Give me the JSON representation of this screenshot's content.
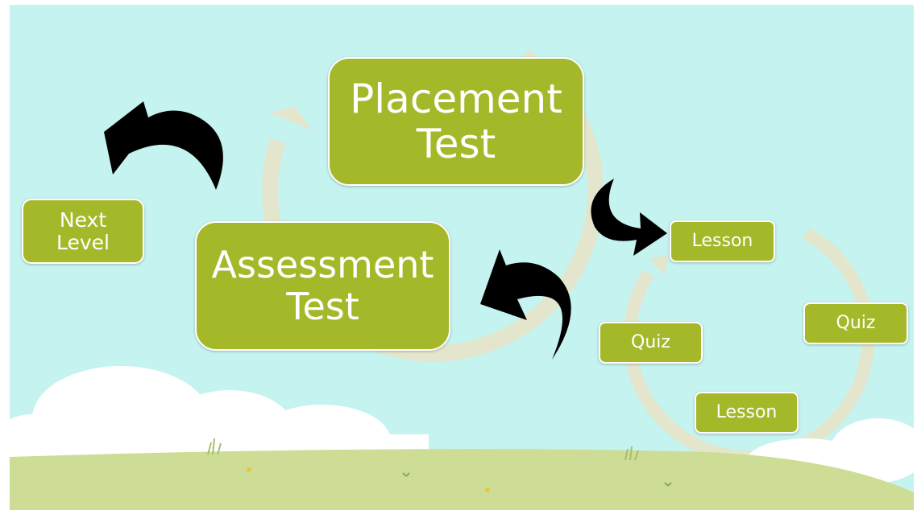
{
  "colors": {
    "sky": "#c5f3ef",
    "grass": "#cddd95",
    "box_fill": "#a5b82a",
    "box_text": "#ffffff",
    "cycle_arrow": "#e3e6cd",
    "curved_arrow": "#000000"
  },
  "boxes": {
    "placement_test": "Placement\nTest",
    "assessment_test": "Assessment\nTest",
    "next_level": "Next\nLevel",
    "lesson_top": "Lesson",
    "lesson_bottom": "Lesson",
    "quiz_left": "Quiz",
    "quiz_right": "Quiz"
  },
  "icons": {
    "main_cycle": "circular-arrow-icon",
    "lesson_cycle": "circular-arrow-icon",
    "curved_arrows": "curved-arrow-icon"
  }
}
